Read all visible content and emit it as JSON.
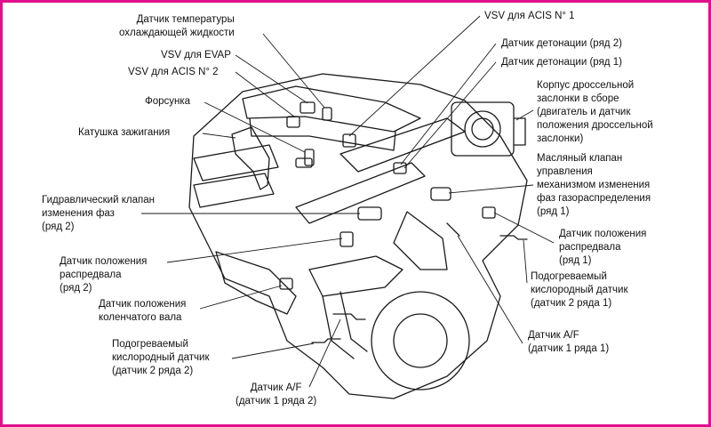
{
  "colors": {
    "border": "#e0108c",
    "ink": "#111111"
  },
  "labels": {
    "coolant_temp_sensor": "Датчик температуры\nохлаждающей жидкости",
    "vsv_evap": "VSV для EVAP",
    "vsv_acis_2": "VSV для ACIS N° 2",
    "injector": "Форсунка",
    "ignition_coil": "Катушка зажигания",
    "vvt_valve_bank2": "Гидравлический клапан\nизменения фаз\n(ряд 2)",
    "cam_sensor_bank2": "Датчик положения\nраспредвала\n(ряд 2)",
    "crank_sensor": "Датчик положения\nколенчатого вала",
    "o2_sensor_b2s2": "Подогреваемый\nкислородный датчик\n(датчик 2 ряда 2)",
    "af_sensor_b1r2": "Датчик A/F\n(датчик 1 ряда 2)",
    "vsv_acis_1": "VSV для ACIS N° 1",
    "knock_sensor_bank2": "Датчик детонации (ряд 2)",
    "knock_sensor_bank1": "Датчик детонации (ряд 1)",
    "throttle_body": "Корпус дроссельной\nзаслонки в сборе\n(двигатель и датчик\nположения дроссельной\nзаслонки)",
    "ocv_bank1": "Масляный клапан\nуправления\nмеханизмом изменения\nфаз газораспределения\n(ряд 1)",
    "cam_sensor_bank1": "Датчик положения\nраспредвала\n(ряд 1)",
    "o2_sensor_b2r1": "Подогреваемый\nкислородный датчик\n(датчик 2 ряда 1)",
    "af_sensor_b1r1": "Датчик A/F\n(датчик 1 ряда 1)"
  }
}
